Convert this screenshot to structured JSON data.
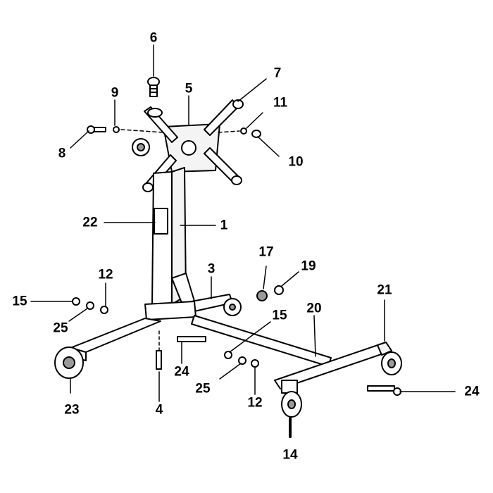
{
  "diagram": {
    "colors": {
      "ink": "#000000",
      "paper": "#ffffff",
      "panel": "#f4f4f4",
      "shade": "#9a9a9a"
    },
    "callouts": {
      "c1": "1",
      "c3": "3",
      "c4": "4",
      "c5": "5",
      "c6": "6",
      "c7": "7",
      "c8": "8",
      "c9": "9",
      "c10": "10",
      "c11": "11",
      "c12a": "12",
      "c12b": "12",
      "c14": "14",
      "c15a": "15",
      "c15b": "15",
      "c17": "17",
      "c19": "19",
      "c20": "20",
      "c21": "21",
      "c22": "22",
      "c23": "23",
      "c24a": "24",
      "c24b": "24",
      "c25a": "25",
      "c25b": "25"
    }
  }
}
